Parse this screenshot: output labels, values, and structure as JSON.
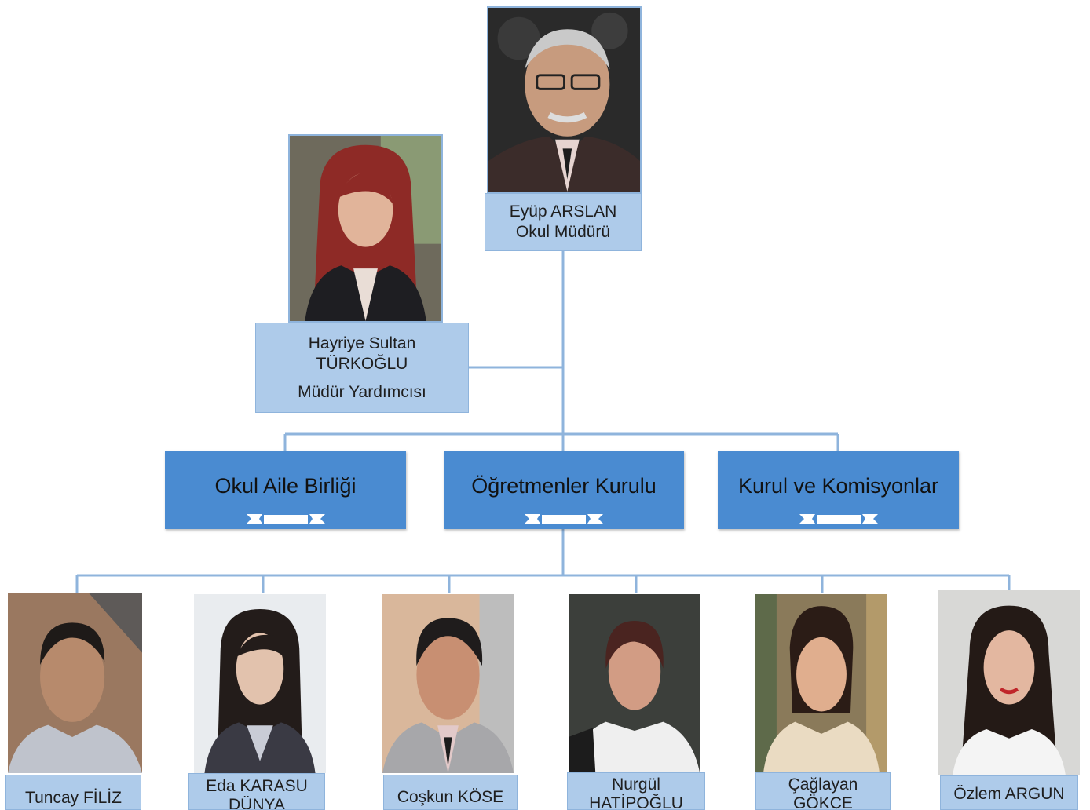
{
  "principal": {
    "name": "Eyüp ARSLAN",
    "title": "Okul Müdürü"
  },
  "vice_principal": {
    "name_line1": "Hayriye Sultan",
    "name_line2": "TÜRKOĞLU",
    "title": "Müdür Yardımcısı"
  },
  "departments": [
    {
      "label": "Okul Aile Birliği"
    },
    {
      "label": "Öğretmenler Kurulu"
    },
    {
      "label": "Kurul ve Komisyonlar"
    }
  ],
  "teachers": [
    {
      "line1": "Tuncay FİLİZ",
      "line2": ""
    },
    {
      "line1": "Eda KARASU",
      "line2": "DÜNYA"
    },
    {
      "line1": "Coşkun KÖSE",
      "line2": ""
    },
    {
      "line1": "Nurgül",
      "line2": "HATİPOĞLU"
    },
    {
      "line1": "Çağlayan",
      "line2": "GÖKÇE"
    },
    {
      "line1": "Özlem ARGUN",
      "line2": ""
    }
  ],
  "colors": {
    "connector": "#8fb4dc",
    "label_fill": "#aecbea",
    "department_fill": "#4a8bd1"
  }
}
